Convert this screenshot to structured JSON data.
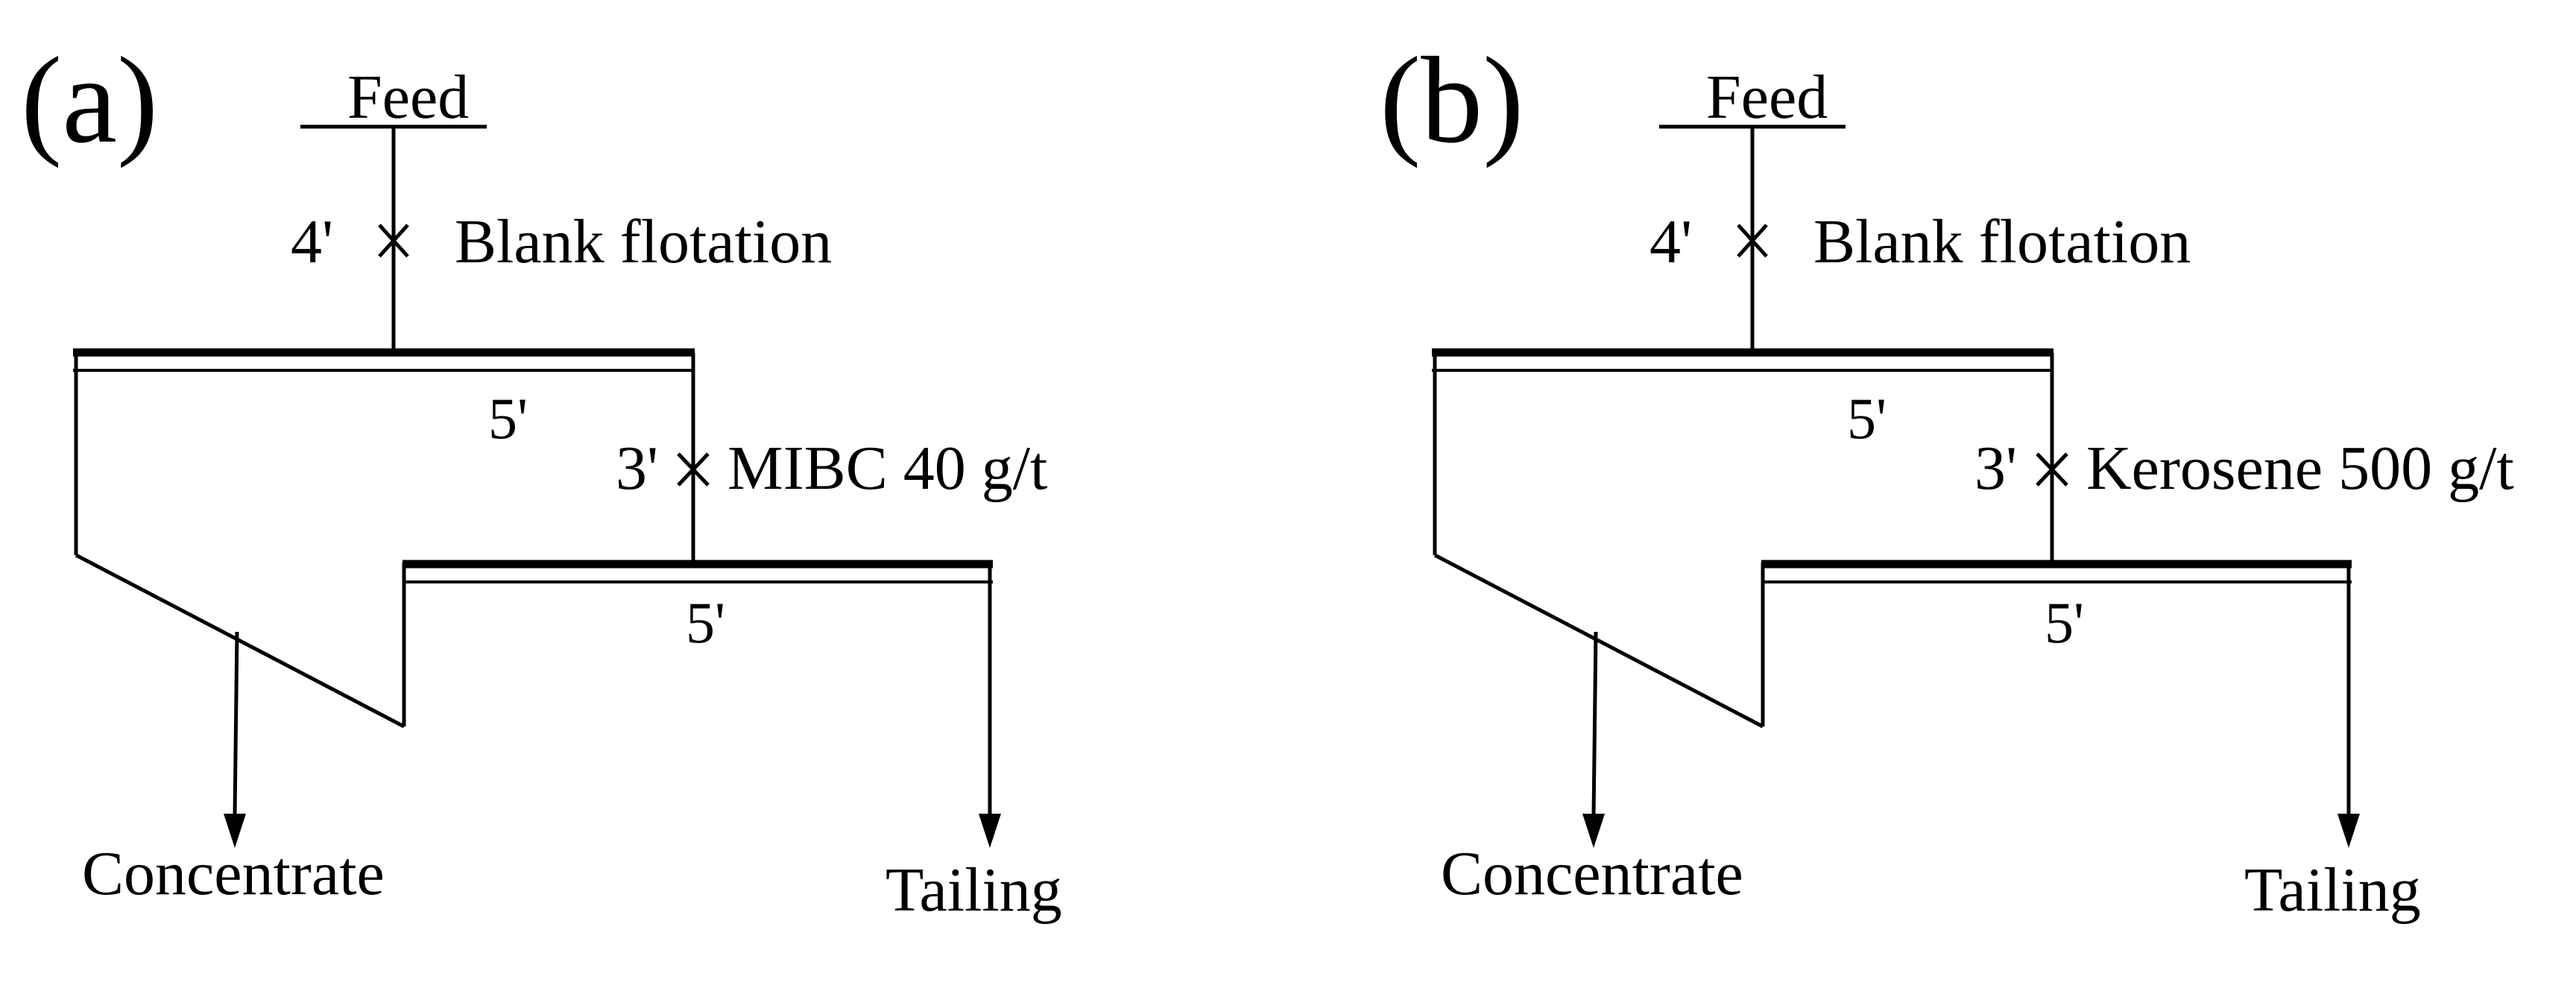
{
  "panels": [
    {
      "letter": "(a)",
      "feed": "Feed",
      "conditioning_time": "4'",
      "conditioning_label": "Blank flotation",
      "first_cell_time": "5'",
      "reagent_time": "3'",
      "reagent_label": "MIBC 40 g/t",
      "second_cell_time": "5'",
      "concentrate": "Concentrate",
      "tailing": "Tailing"
    },
    {
      "letter": "(b)",
      "feed": "Feed",
      "conditioning_time": "4'",
      "conditioning_label": "Blank flotation",
      "first_cell_time": "5'",
      "reagent_time": "3'",
      "reagent_label": "Kerosene 500 g/t",
      "second_cell_time": "5'",
      "concentrate": "Concentrate",
      "tailing": "Tailing"
    }
  ]
}
